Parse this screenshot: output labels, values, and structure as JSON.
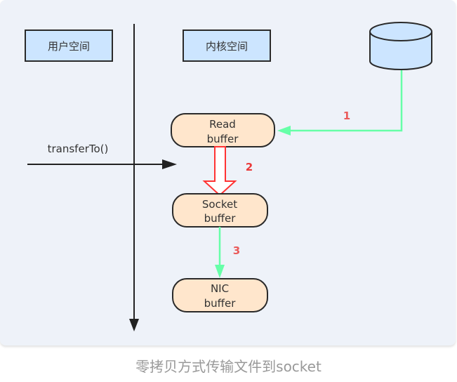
{
  "diagram": {
    "regions": {
      "user_space": "用户空间",
      "kernel_space": "内核空间"
    },
    "call": "transferTo()",
    "nodes": {
      "read_buffer": [
        "Read",
        "buffer"
      ],
      "socket_buffer": [
        "Socket",
        "buffer"
      ],
      "nic_buffer": [
        "NIC",
        "buffer"
      ],
      "disk": "disk"
    },
    "steps": [
      "1",
      "2",
      "3"
    ],
    "colors": {
      "panel_bg": "#eef2f9",
      "region_box_fill": "#cce5ff",
      "buffer_fill": "#ffe6cc",
      "dma_arrow": "#66ffa8",
      "cpu_copy_arrow": "#ff3333",
      "step_label": "#ea5a5a",
      "stroke": "#2a2a2a"
    }
  },
  "caption": "零拷贝方式传输文件到socket"
}
